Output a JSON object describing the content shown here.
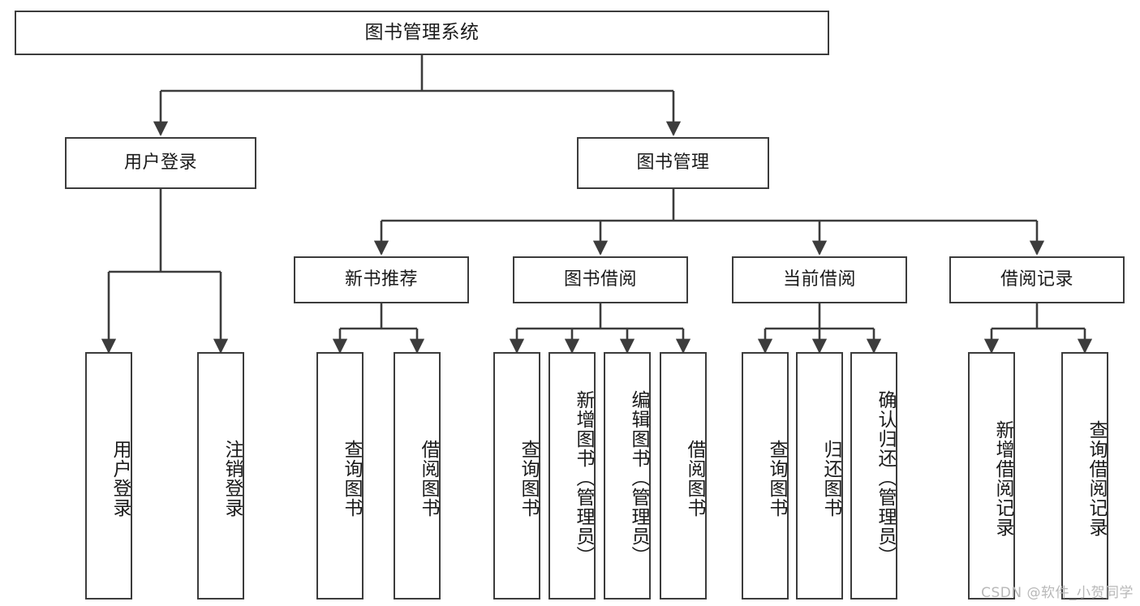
{
  "diagram": {
    "title": "图书管理系统",
    "type": "tree-hierarchy",
    "watermark": "CSDN @软件_小贺同学",
    "colors": {
      "stroke": "#3c3c3c",
      "box_fill": "#ffffff",
      "text": "#1a1a1a",
      "watermark": "#b8b8b8",
      "background": "#ffffff"
    },
    "nodes": {
      "root": {
        "label": "图书管理系统"
      },
      "level2": [
        {
          "id": "user-login",
          "label": "用户登录"
        },
        {
          "id": "book-manage",
          "label": "图书管理"
        }
      ],
      "level3": [
        {
          "id": "new-book-rec",
          "label": "新书推荐"
        },
        {
          "id": "book-borrow",
          "label": "图书借阅"
        },
        {
          "id": "current-borrow",
          "label": "当前借阅"
        },
        {
          "id": "borrow-record",
          "label": "借阅记录"
        }
      ],
      "leaves": {
        "user_login": [
          {
            "id": "leaf-user-login",
            "label": "用户登录"
          },
          {
            "id": "leaf-logout-login",
            "label": "注销登录"
          }
        ],
        "new_book_rec": [
          {
            "id": "leaf-query-book-1",
            "label": "查询图书"
          },
          {
            "id": "leaf-borrow-book-1",
            "label": "借阅图书"
          }
        ],
        "book_borrow": [
          {
            "id": "leaf-query-book-2",
            "label": "查询图书"
          },
          {
            "id": "leaf-add-book",
            "label": "新增图书（管理员）"
          },
          {
            "id": "leaf-edit-book",
            "label": "编辑图书（管理员）"
          },
          {
            "id": "leaf-borrow-book-2",
            "label": "借阅图书"
          }
        ],
        "current_borrow": [
          {
            "id": "leaf-query-book-3",
            "label": "查询图书"
          },
          {
            "id": "leaf-return-book",
            "label": "归还图书"
          },
          {
            "id": "leaf-confirm-return",
            "label": "确认归还（管理员）"
          }
        ],
        "borrow_record": [
          {
            "id": "leaf-add-record",
            "label": "新增借阅记录"
          },
          {
            "id": "leaf-query-record",
            "label": "查询借阅记录"
          }
        ]
      }
    }
  }
}
